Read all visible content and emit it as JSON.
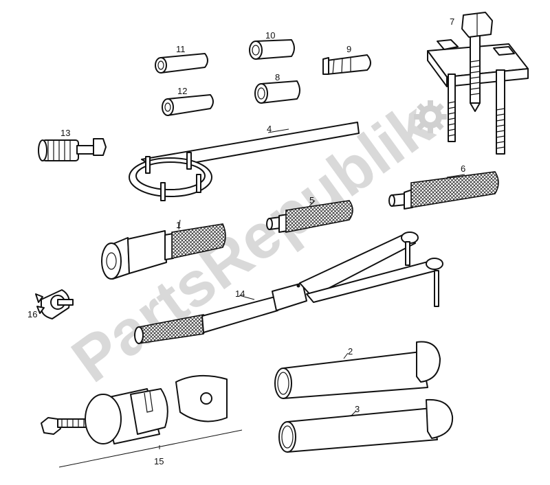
{
  "watermark": {
    "text": "PartsRepublik",
    "color": "#d9d9d9"
  },
  "part_labels": {
    "p1": "1",
    "p2": "2",
    "p3": "3",
    "p4": "4",
    "p5": "5",
    "p6": "6",
    "p7": "7",
    "p8": "8",
    "p9": "9",
    "p10": "10",
    "p11": "11",
    "p12": "12",
    "p13": "13",
    "p14": "14",
    "p15": "15",
    "p16": "16"
  },
  "icons": {
    "watermark_logo": "gear-icon"
  }
}
